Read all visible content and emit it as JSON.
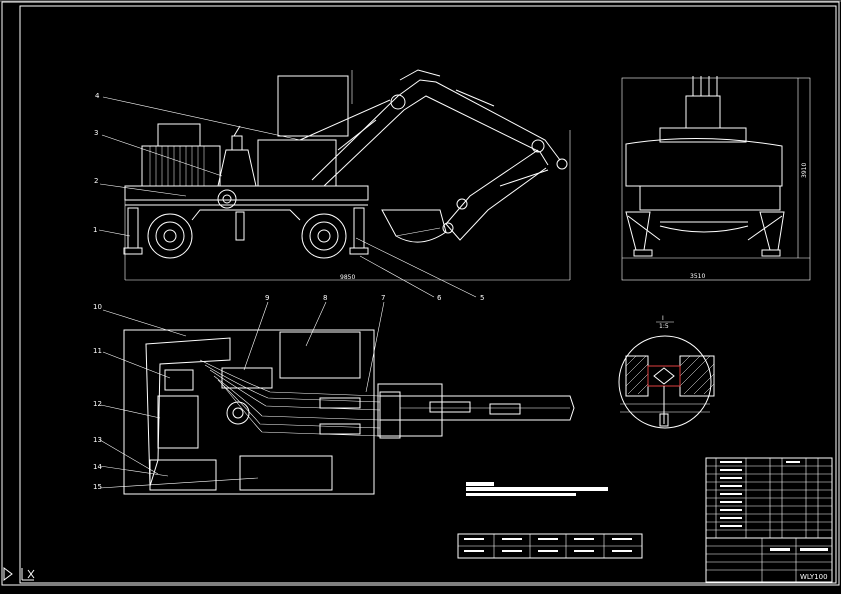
{
  "drawing": {
    "part_labels": {
      "l1": "1",
      "l2": "2",
      "l3": "3",
      "l4": "4",
      "l5": "5",
      "l6": "6",
      "l7": "7",
      "l8": "8",
      "l9": "9",
      "l10": "10",
      "l11": "11",
      "l12": "12",
      "l13": "13",
      "l14": "14",
      "l15": "15"
    },
    "dimensions": {
      "side_length": "9850",
      "end_width": "3510",
      "end_height": "3910"
    },
    "detail": {
      "id": "I",
      "scale": "1:5"
    },
    "title_block": {
      "drawing_number": "WLY100"
    },
    "colors": {
      "line": "#ffffff",
      "background": "#000000",
      "accent": "#e04040"
    }
  }
}
